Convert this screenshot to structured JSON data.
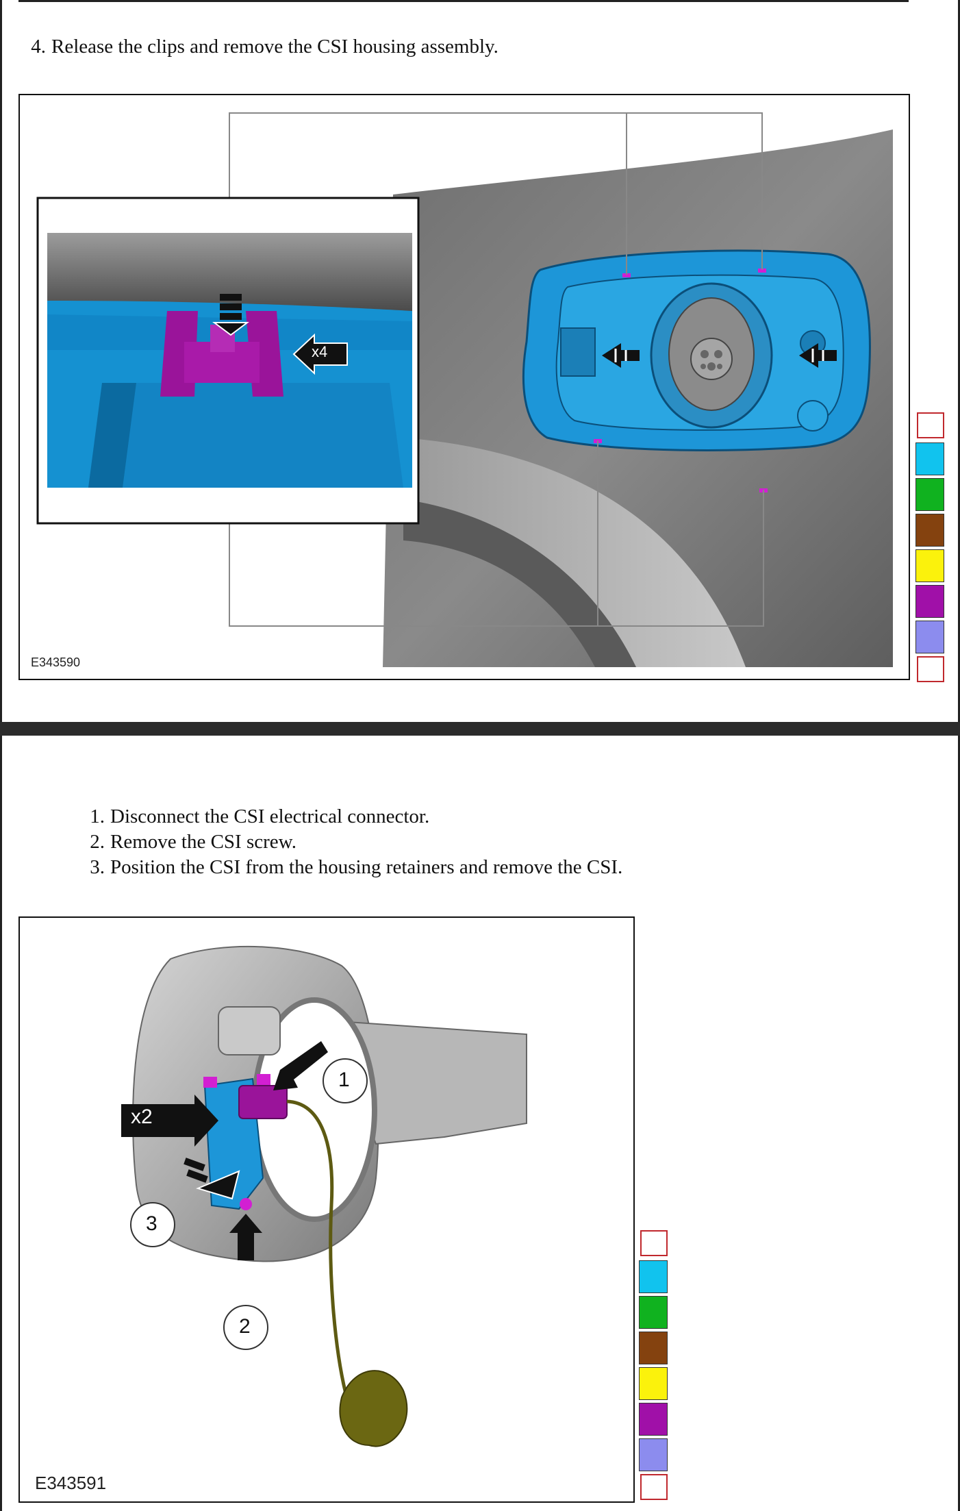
{
  "page1": {
    "step": {
      "number": "4.",
      "text": "Release the clips and remove the CSI housing assembly."
    },
    "figure": {
      "id": "E343590",
      "callout": "x4"
    }
  },
  "page2": {
    "steps": [
      {
        "number": "1.",
        "text": "Disconnect the CSI electrical connector."
      },
      {
        "number": "2.",
        "text": "Remove the CSI screw."
      },
      {
        "number": "3.",
        "text": "Position the CSI from the housing retainers and remove the CSI."
      }
    ],
    "figure": {
      "id": "E343591",
      "callouts": {
        "multiplier": "x2",
        "c1": "1",
        "c2": "2",
        "c3": "3"
      }
    }
  },
  "legend": {
    "colors": [
      "#11c3ee",
      "#10b21f",
      "#84420f",
      "#fbf20c",
      "#a010a8",
      "#8c8cee"
    ],
    "marker_color": "#c0282d"
  }
}
